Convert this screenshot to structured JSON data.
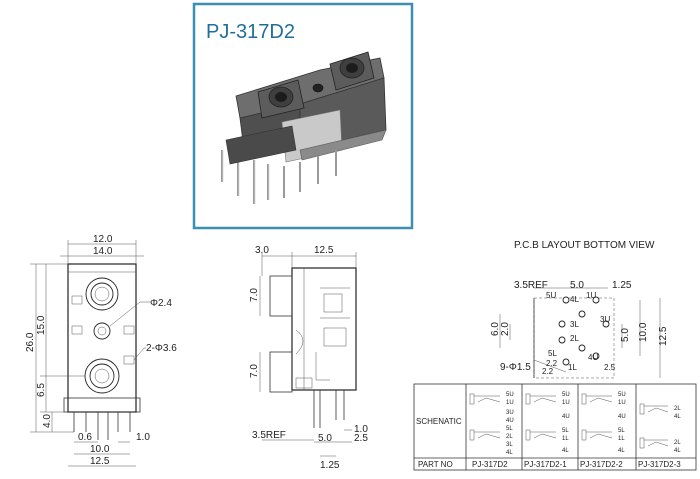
{
  "product": {
    "model": "PJ-317D2",
    "frame_color": "#3a8fb5",
    "title_color": "#1f6f9a"
  },
  "front_view": {
    "dims": {
      "w_outer": "12.0",
      "w_inner": "14.0",
      "height": "26.0",
      "upper": "15.0",
      "lower": "6.5",
      "pin": "4.0",
      "pin_pitch_a": "0.6",
      "pin_pitch_b": "1.0",
      "bottom_a": "10.0",
      "bottom_b": "12.5",
      "hole_small": "Φ2.4",
      "hole_mount": "2-Φ3.6"
    }
  },
  "side_view": {
    "dims": {
      "top_a": "3.0",
      "top_b": "12.5",
      "seg_a": "7.0",
      "seg_b": "7.0",
      "ref": "3.5REF",
      "b1": "5.0",
      "b2": "2.5",
      "b3": "1.0",
      "b4": "1.25"
    }
  },
  "pcb_layout": {
    "title": "P.C.B  LAYOUT  BOTTOM  VIEW",
    "dims": {
      "ref": "3.5REF",
      "d1": "5.0",
      "d2": "1.25",
      "v1": "6.0",
      "v2": "2.0",
      "v3": "5.0",
      "v4": "10.0",
      "v5": "12.5",
      "hole": "9-Φ1.5",
      "h1": "2.2",
      "h2": "2.2",
      "h3": "2.5"
    },
    "pins": {
      "p5U": "5U",
      "p4L": "4L",
      "p1U": "1U",
      "p3L": "3L",
      "p3U": "3U",
      "p2L": "2L",
      "p5L": "5L",
      "p4U": "4U",
      "p1L": "1L"
    }
  },
  "schematic_table": {
    "row_label": "SCHENATIC",
    "part_label": "PART  NO",
    "parts": [
      "PJ-317D2",
      "PJ-317D2-1",
      "PJ-317D2-2",
      "PJ-317D2-3"
    ],
    "pin_labels": {
      "c1": [
        "5U",
        "1U",
        "3U",
        "4U",
        "5L",
        "2L",
        "3L",
        "4L"
      ],
      "c2": [
        "5U",
        "1U",
        "4U",
        "5L",
        "1L",
        "4L"
      ],
      "c3": [
        "5U",
        "1U",
        "4U",
        "5L",
        "1L",
        "4L"
      ],
      "c4": [
        "2L",
        "4L",
        "2L",
        "4L"
      ]
    }
  }
}
